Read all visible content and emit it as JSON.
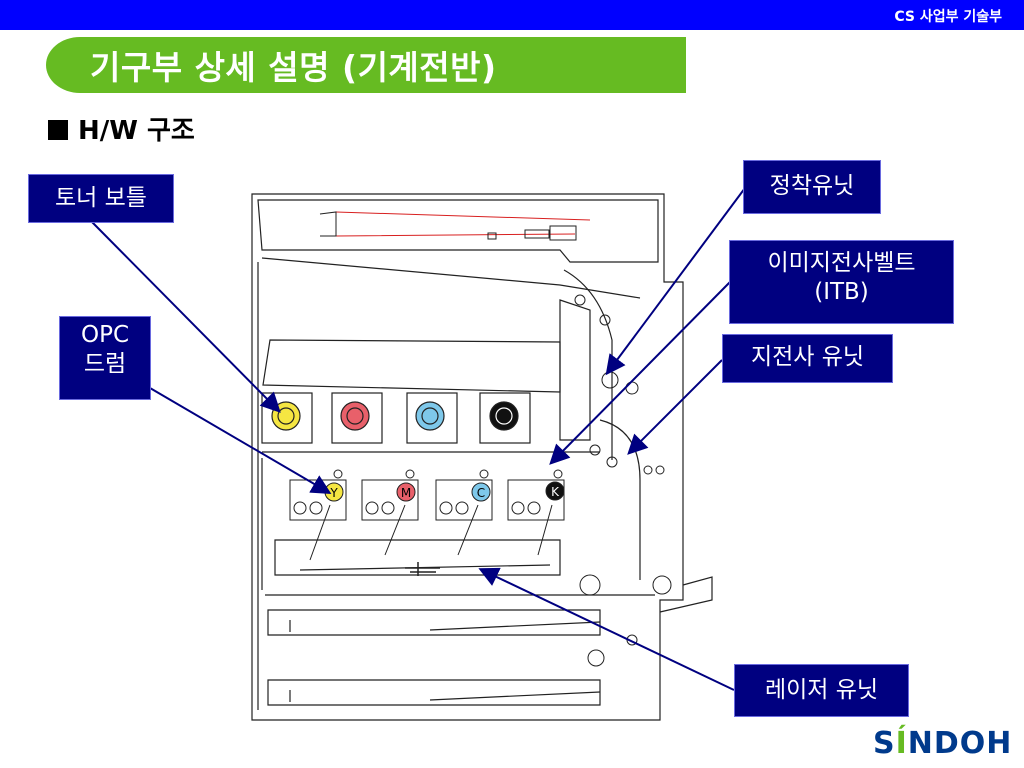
{
  "header": {
    "department": "CS 사업부 기술부"
  },
  "title": "기구부 상세 설명 (기계전반)",
  "subtitle": "H/W 구조",
  "labels": {
    "toner_bottle": "토너 보틀",
    "opc_drum_line1": "OPC",
    "opc_drum_line2": "드럼",
    "fuser_unit": "정착유닛",
    "itb_line1": "이미지전사벨트",
    "itb_line2": "(ITB)",
    "transfer_unit": "지전사 유닛",
    "laser_unit": "레이저 유닛"
  },
  "drum_markers": [
    "Y",
    "M",
    "C",
    "K"
  ],
  "logo": {
    "prefix": "S",
    "accent_i": "Í",
    "rest": "NDOH"
  },
  "colors": {
    "header_blue": "#0000ff",
    "title_green": "#66bb22",
    "label_navy": "#000080",
    "yellow": "#f5e642",
    "magenta": "#e8606a",
    "cyan": "#7ec8ea",
    "black": "#111111",
    "logo_blue": "#003a8c"
  }
}
